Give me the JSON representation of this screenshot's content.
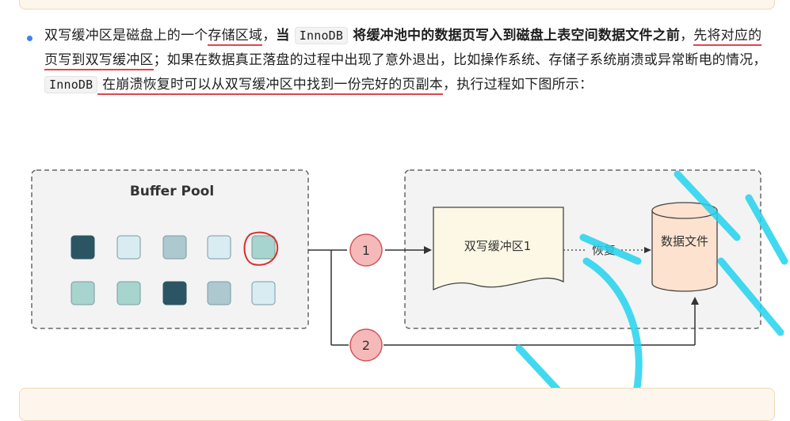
{
  "paragraph": {
    "p1": "双写缓冲区是磁盘上的一个",
    "p2": "存储区域",
    "p3": "，",
    "p4": "当 ",
    "p5": "InnoDB",
    "p6": " 将缓冲池中的数据页写入到磁盘上表空间数据文件之前",
    "p7": "，",
    "p8": "先将对应的页写到双写缓冲区",
    "p9": "；如果在数据真正落盘的过程中出现了意外退出，比如操作系统、存储子系统崩溃或异常断电的情况，",
    "p10": "InnoDB",
    "p11": " 在崩溃恢复时可以从双写缓冲区中找到一份完好的页副本",
    "p12": "，执行过程如下图所示："
  },
  "diagram": {
    "buffer_pool_title": "Buffer Pool",
    "doublewrite_label": "双写缓冲区1",
    "recover_label": "恢复",
    "datafile_label": "数据文件",
    "step1": "1",
    "step2": "2",
    "colors": {
      "dark": "#2b5563",
      "teal": "#a7d4cd",
      "gray_blue": "#aec8cf",
      "light": "#d9ecf1",
      "doc_fill": "#fdf8e6",
      "cyl_fill": "#fce2cf",
      "step_fill": "#f6b9b9",
      "step_stroke": "#d2555a",
      "annot_red": "#e02a2a",
      "watermark": "#22d3ee"
    }
  }
}
